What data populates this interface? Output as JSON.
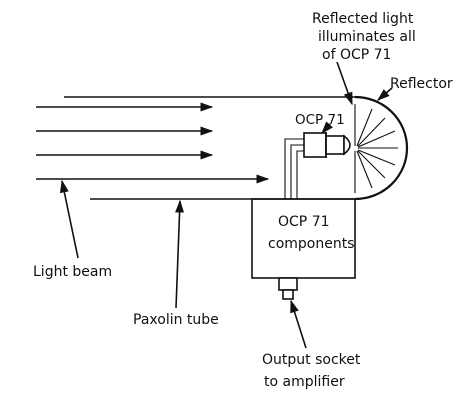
{
  "labels": {
    "reflected_light_line1": "Reflected light",
    "reflected_light_line2": "illuminates all",
    "reflected_light_line3": "of OCP 71",
    "reflector": "Reflector",
    "ocp71": "OCP 71",
    "components_line1": "OCP 71",
    "components_line2": "components",
    "light_beam": "Light beam",
    "paxolin_tube": "Paxolin tube",
    "output_socket_line1": "Output socket",
    "output_socket_line2": "to amplifier"
  }
}
